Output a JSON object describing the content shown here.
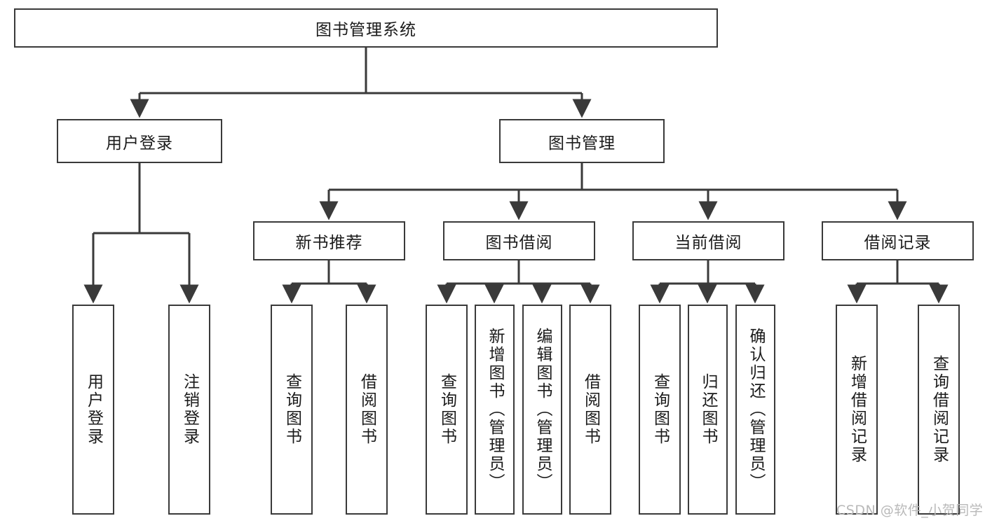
{
  "diagram": {
    "type": "tree-hierarchy-chart",
    "title": "图书管理系统",
    "orientation": "top-down",
    "style": {
      "box_border_color": "#3a3a3a",
      "box_fill_color": "#ffffff",
      "connector_color": "#3a3a3a",
      "text_color": "#1b1b1b",
      "background": "#ffffff"
    },
    "root": {
      "label": "图书管理系统"
    },
    "level2": [
      {
        "id": "user-login",
        "label": "用户登录"
      },
      {
        "id": "book-manage",
        "label": "图书管理"
      }
    ],
    "level3": [
      {
        "id": "new-book-recommend",
        "label": "新书推荐",
        "parent": "book-manage"
      },
      {
        "id": "book-borrow",
        "label": "图书借阅",
        "parent": "book-manage"
      },
      {
        "id": "current-borrow",
        "label": "当前借阅",
        "parent": "book-manage"
      },
      {
        "id": "borrow-record",
        "label": "借阅记录",
        "parent": "book-manage"
      }
    ],
    "leaves": {
      "user_login": [
        {
          "id": "leaf-user-login",
          "label": "用户登录"
        },
        {
          "id": "leaf-user-logout",
          "label": "注销登录"
        }
      ],
      "new_book_recommend": [
        {
          "id": "leaf-query-book-1",
          "label": "查询图书"
        },
        {
          "id": "leaf-borrow-book-1",
          "label": "借阅图书"
        }
      ],
      "book_borrow": [
        {
          "id": "leaf-query-book-2",
          "label": "查询图书"
        },
        {
          "id": "leaf-add-book",
          "label": "新增图书（管理员）"
        },
        {
          "id": "leaf-edit-book",
          "label": "编辑图书（管理员）"
        },
        {
          "id": "leaf-borrow-book-2",
          "label": "借阅图书"
        }
      ],
      "current_borrow": [
        {
          "id": "leaf-query-book-3",
          "label": "查询图书"
        },
        {
          "id": "leaf-return-book",
          "label": "归还图书"
        },
        {
          "id": "leaf-confirm-return",
          "label": "确认归还（管理员）"
        }
      ],
      "borrow_record": [
        {
          "id": "leaf-add-record",
          "label": "新增借阅记录"
        },
        {
          "id": "leaf-query-record",
          "label": "查询借阅记录"
        }
      ]
    }
  },
  "watermark": {
    "text": "CSDN @软件_小贺同学"
  }
}
